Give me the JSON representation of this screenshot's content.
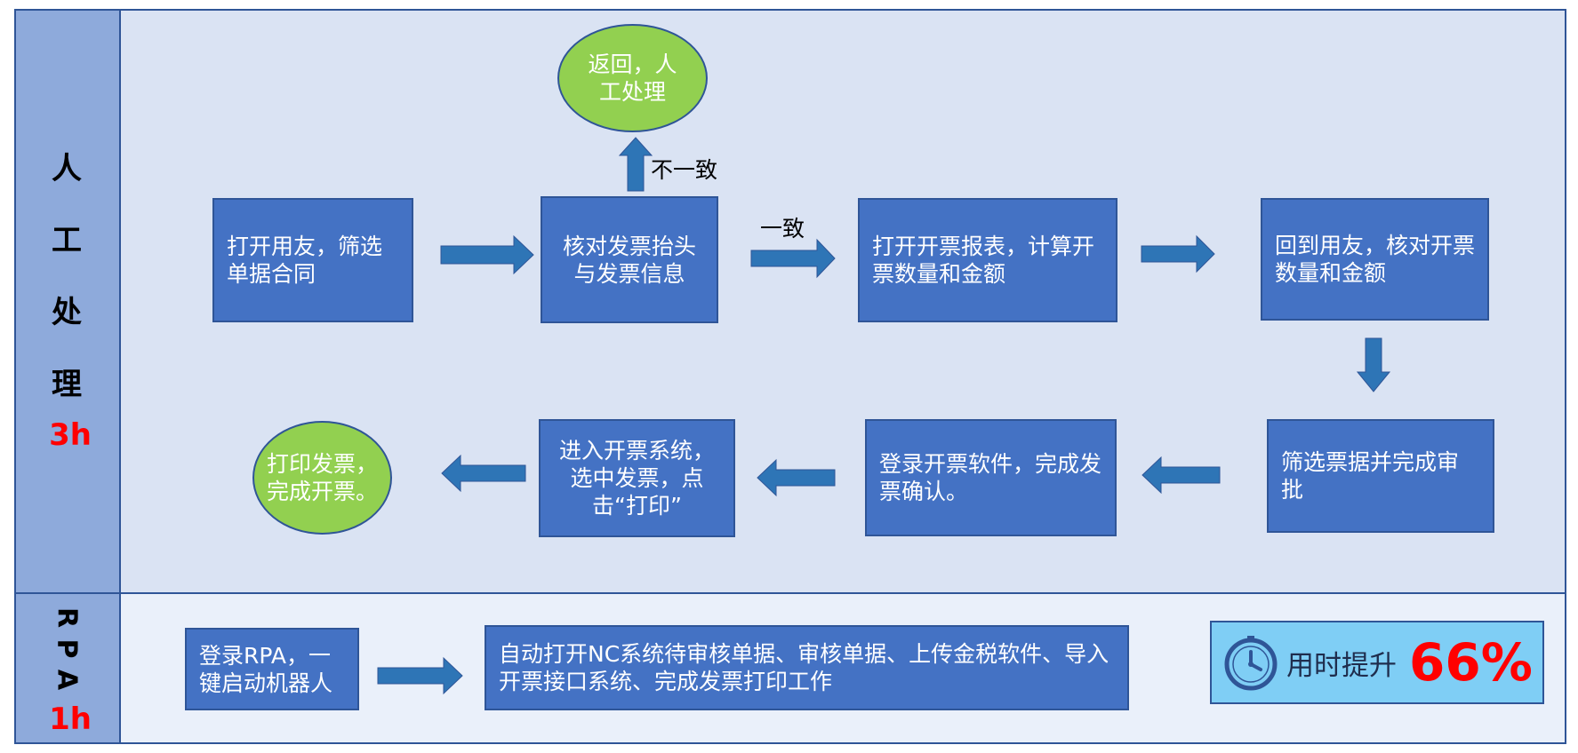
{
  "lanes": {
    "manual": {
      "chars": [
        "人",
        "工",
        "处",
        "理"
      ],
      "hours": "3h"
    },
    "rpa": {
      "chars": [
        "R",
        "P",
        "A"
      ],
      "hours": "1h"
    }
  },
  "flow": {
    "s1": "打开用友，筛选单据合同",
    "s2": "核对发票抬头与发票信息",
    "s3": "打开开票报表，计算开票数量和金额",
    "s4": "回到用友，核对开票数量和金额",
    "s5": "筛选票据并完成审批",
    "s6": "登录开票软件，完成发票确认。",
    "s7": "进入开票系统，选中发票，点击“打印”",
    "end": "打印发票，完成开票。",
    "return": "返回，人工处理",
    "label_mismatch": "不一致",
    "label_match": "一致"
  },
  "rpa_flow": {
    "r1": "登录RPA，一键启动机器人",
    "r2": "自动打开NC系统待审核单据、审核单据、上传金税软件、导入开票接口系统、完成发票打印工作"
  },
  "badge": {
    "text": "用时提升",
    "value": "66%",
    "value_color": "#ff0000",
    "icon": "clock-icon"
  },
  "colors": {
    "box": "#4472c4",
    "terminal": "#92d050",
    "arrow": "#2e75b6",
    "lane_label": "#8eaadb",
    "badge_bg": "#7fcef5"
  }
}
